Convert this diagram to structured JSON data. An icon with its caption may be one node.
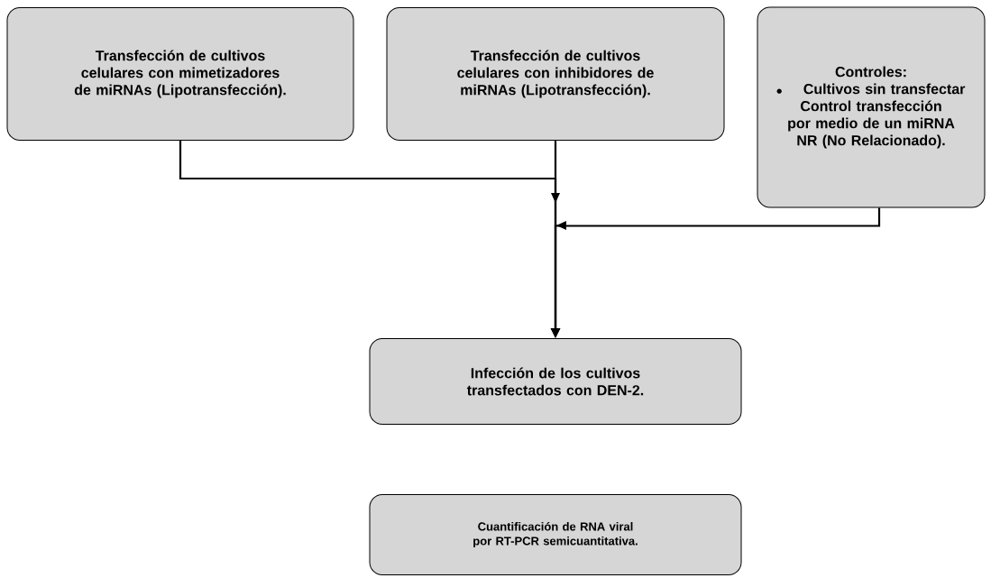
{
  "diagram": {
    "nodes": [
      {
        "text": [
          "Transfección de cultivos celulares con mimetizadores de miRNAs (Lipotransfección)."
        ]
      },
      {
        "text": [
          "Transfección de cultivos celulares con inhibidores de miRNAs (Lipotransfección)."
        ]
      },
      {
        "text": [
          "Controles:",
          "Cultivos sin transfectar",
          "Control transfección por medio de un miRNA NR (No Relacionado)."
        ]
      },
      {
        "text": [
          "Infección de los cultivos transfectados con DEN-2."
        ]
      },
      {
        "text": [
          "Cuantificación de RNA viral por RT-PCR semicuantitativa."
        ]
      }
    ],
    "edges": [
      {
        "from": 0,
        "to": 3,
        "arrow": "to"
      },
      {
        "from": 1,
        "to": 3,
        "arrow": "to"
      },
      {
        "from": 2,
        "to": 3,
        "arrow": "to"
      }
    ]
  }
}
